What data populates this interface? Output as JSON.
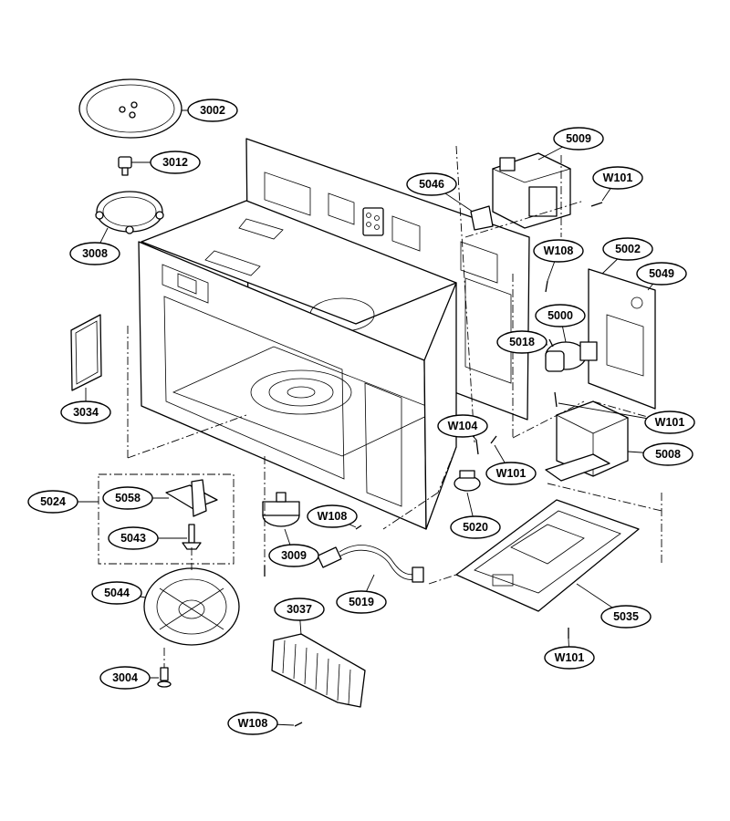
{
  "callouts": [
    {
      "id": "c-3002",
      "label": "3002"
    },
    {
      "id": "c-3012",
      "label": "3012"
    },
    {
      "id": "c-3008",
      "label": "3008"
    },
    {
      "id": "c-3034",
      "label": "3034"
    },
    {
      "id": "c-5024",
      "label": "5024"
    },
    {
      "id": "c-5058",
      "label": "5058"
    },
    {
      "id": "c-5043",
      "label": "5043"
    },
    {
      "id": "c-5044",
      "label": "5044"
    },
    {
      "id": "c-3004",
      "label": "3004"
    },
    {
      "id": "c-w108-bottom",
      "label": "W108"
    },
    {
      "id": "c-3037",
      "label": "3037"
    },
    {
      "id": "c-3009",
      "label": "3009"
    },
    {
      "id": "c-w108-mid",
      "label": "W108"
    },
    {
      "id": "c-5019",
      "label": "5019"
    },
    {
      "id": "c-5020",
      "label": "5020"
    },
    {
      "id": "c-5009",
      "label": "5009"
    },
    {
      "id": "c-5046",
      "label": "5046"
    },
    {
      "id": "c-w101-top",
      "label": "W101"
    },
    {
      "id": "c-w108-top",
      "label": "W108"
    },
    {
      "id": "c-5002",
      "label": "5002"
    },
    {
      "id": "c-5049",
      "label": "5049"
    },
    {
      "id": "c-5000",
      "label": "5000"
    },
    {
      "id": "c-5018",
      "label": "5018"
    },
    {
      "id": "c-w101-right",
      "label": "W101"
    },
    {
      "id": "c-w104",
      "label": "W104"
    },
    {
      "id": "c-5008",
      "label": "5008"
    },
    {
      "id": "c-w101-mid",
      "label": "W101"
    },
    {
      "id": "c-5035",
      "label": "5035"
    },
    {
      "id": "c-w101-bottom",
      "label": "W101"
    }
  ]
}
